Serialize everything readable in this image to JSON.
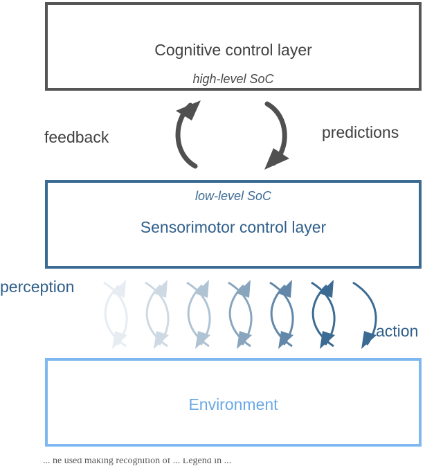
{
  "cognitive_layer": {
    "title": "Cognitive control layer",
    "subtitle": "high-level SoC"
  },
  "sensorimotor_layer": {
    "subtitle": "low-level SoC",
    "title": "Sensorimotor control layer"
  },
  "environment": {
    "title": "Environment"
  },
  "arrow_labels": {
    "feedback": "feedback",
    "predictions": "predictions",
    "perception": "perception",
    "action": "action"
  },
  "colors": {
    "cognitive": "#555555",
    "sensorimotor": "#3b6a93",
    "environment": "#7fb8f0",
    "arrow_dark": "#505050",
    "arrow_blue": "#3b6a93"
  },
  "perception_action_loops": {
    "count": 7,
    "opacity_progression": [
      0.12,
      0.25,
      0.4,
      0.6,
      0.8,
      1.0,
      1.0
    ]
  },
  "footer": {
    "text": "... he used making recognition of ... Legend in ..."
  }
}
